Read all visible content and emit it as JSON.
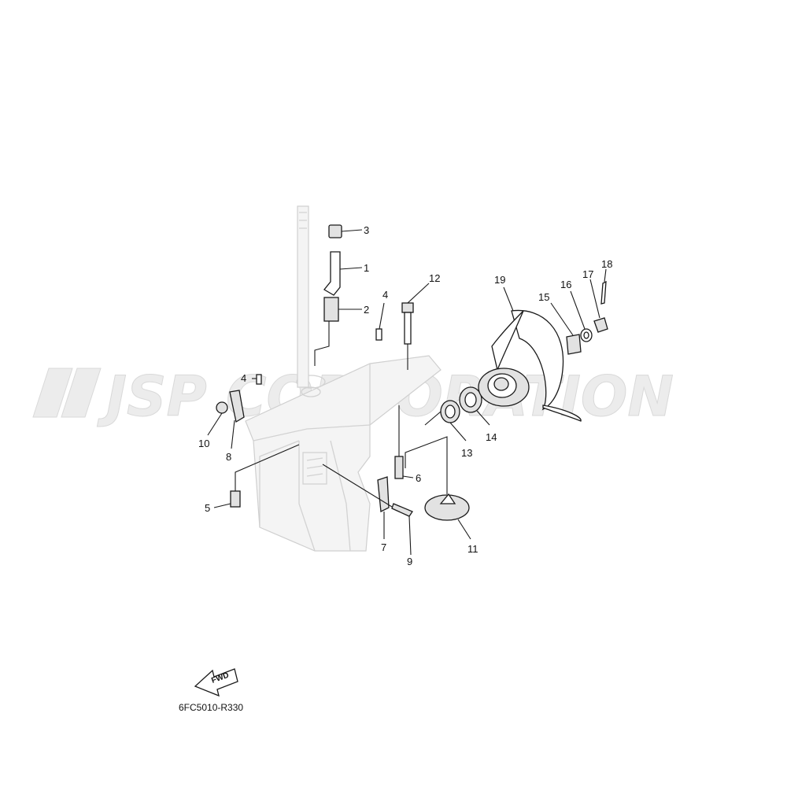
{
  "watermark": {
    "text": "JSP CORPORATION"
  },
  "diagram_code": "6FC5010-R330",
  "fwd_label": "FWD",
  "callouts": {
    "c1": "1",
    "c2": "2",
    "c3": "3",
    "c4a": "4",
    "c4b": "4",
    "c5": "5",
    "c6": "6",
    "c7": "7",
    "c8": "8",
    "c9": "9",
    "c10": "10",
    "c11": "11",
    "c12": "12",
    "c13": "13",
    "c14": "14",
    "c15": "15",
    "c16": "16",
    "c17": "17",
    "c18": "18",
    "c19": "19"
  }
}
